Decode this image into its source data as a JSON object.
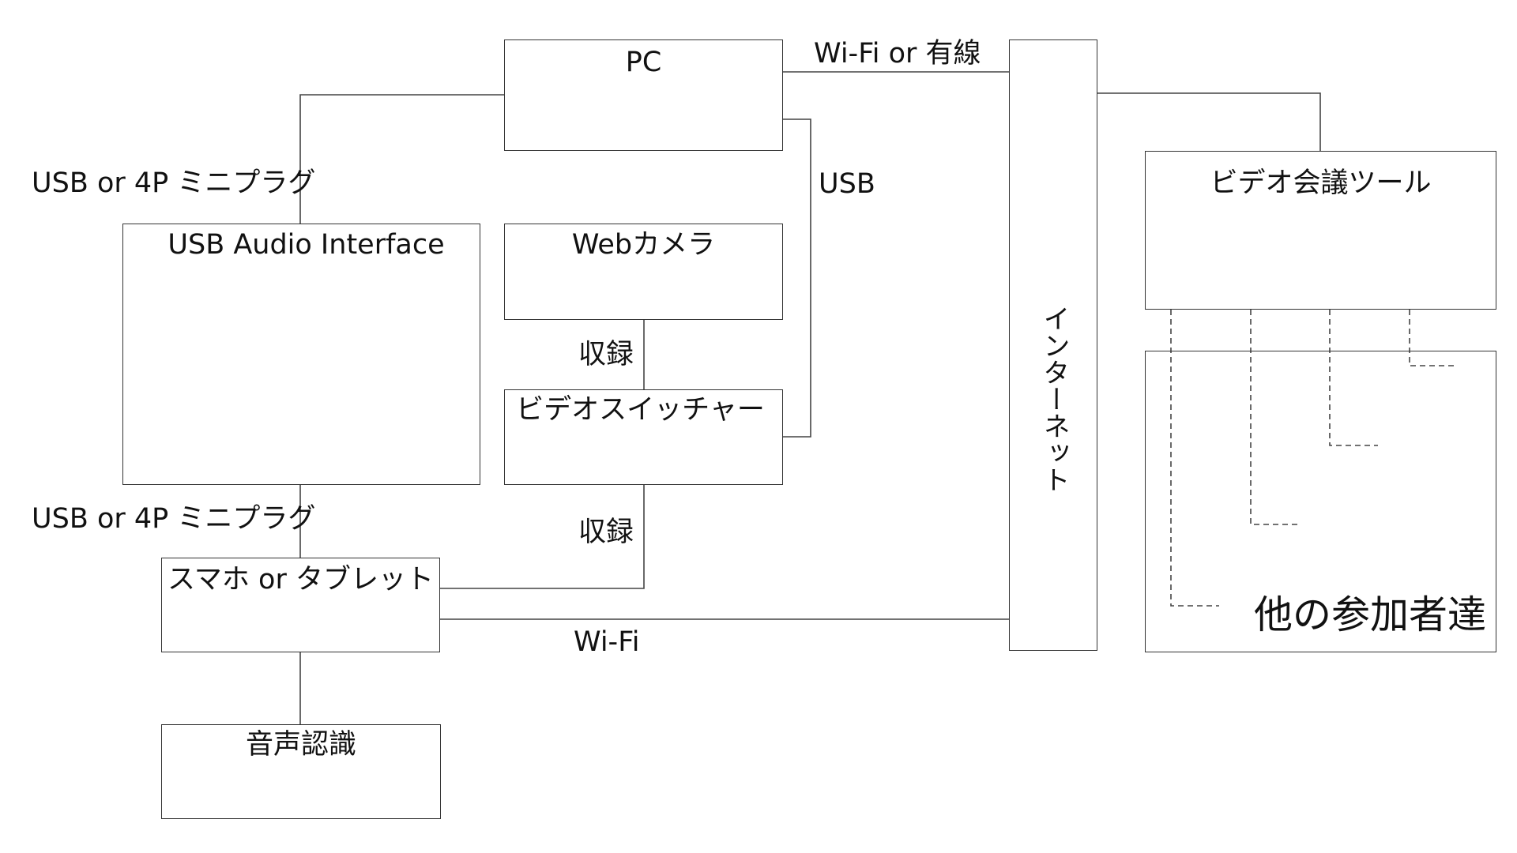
{
  "nodes": {
    "pc": "PC",
    "usb_audio_interface": "USB Audio Interface",
    "webcam": "Webカメラ",
    "video_switcher": "ビデオスイッチャー",
    "smartphone_tablet": "スマホ or タブレット",
    "speech_recognition": "音声認識",
    "internet": "インターネット",
    "video_conference_tool": "ビデオ会議ツール",
    "other_participants": "他の参加者達"
  },
  "edges": {
    "pc_internet": "Wi-Fi or 有線",
    "pc_audio_interface": "USB or 4P ミニプラグ",
    "pc_switcher": "USB",
    "webcam_switcher": "収録",
    "audio_interface_smartphone": "USB or 4P ミニプラグ",
    "switcher_smartphone": "収録",
    "smartphone_internet": "Wi-Fi"
  }
}
